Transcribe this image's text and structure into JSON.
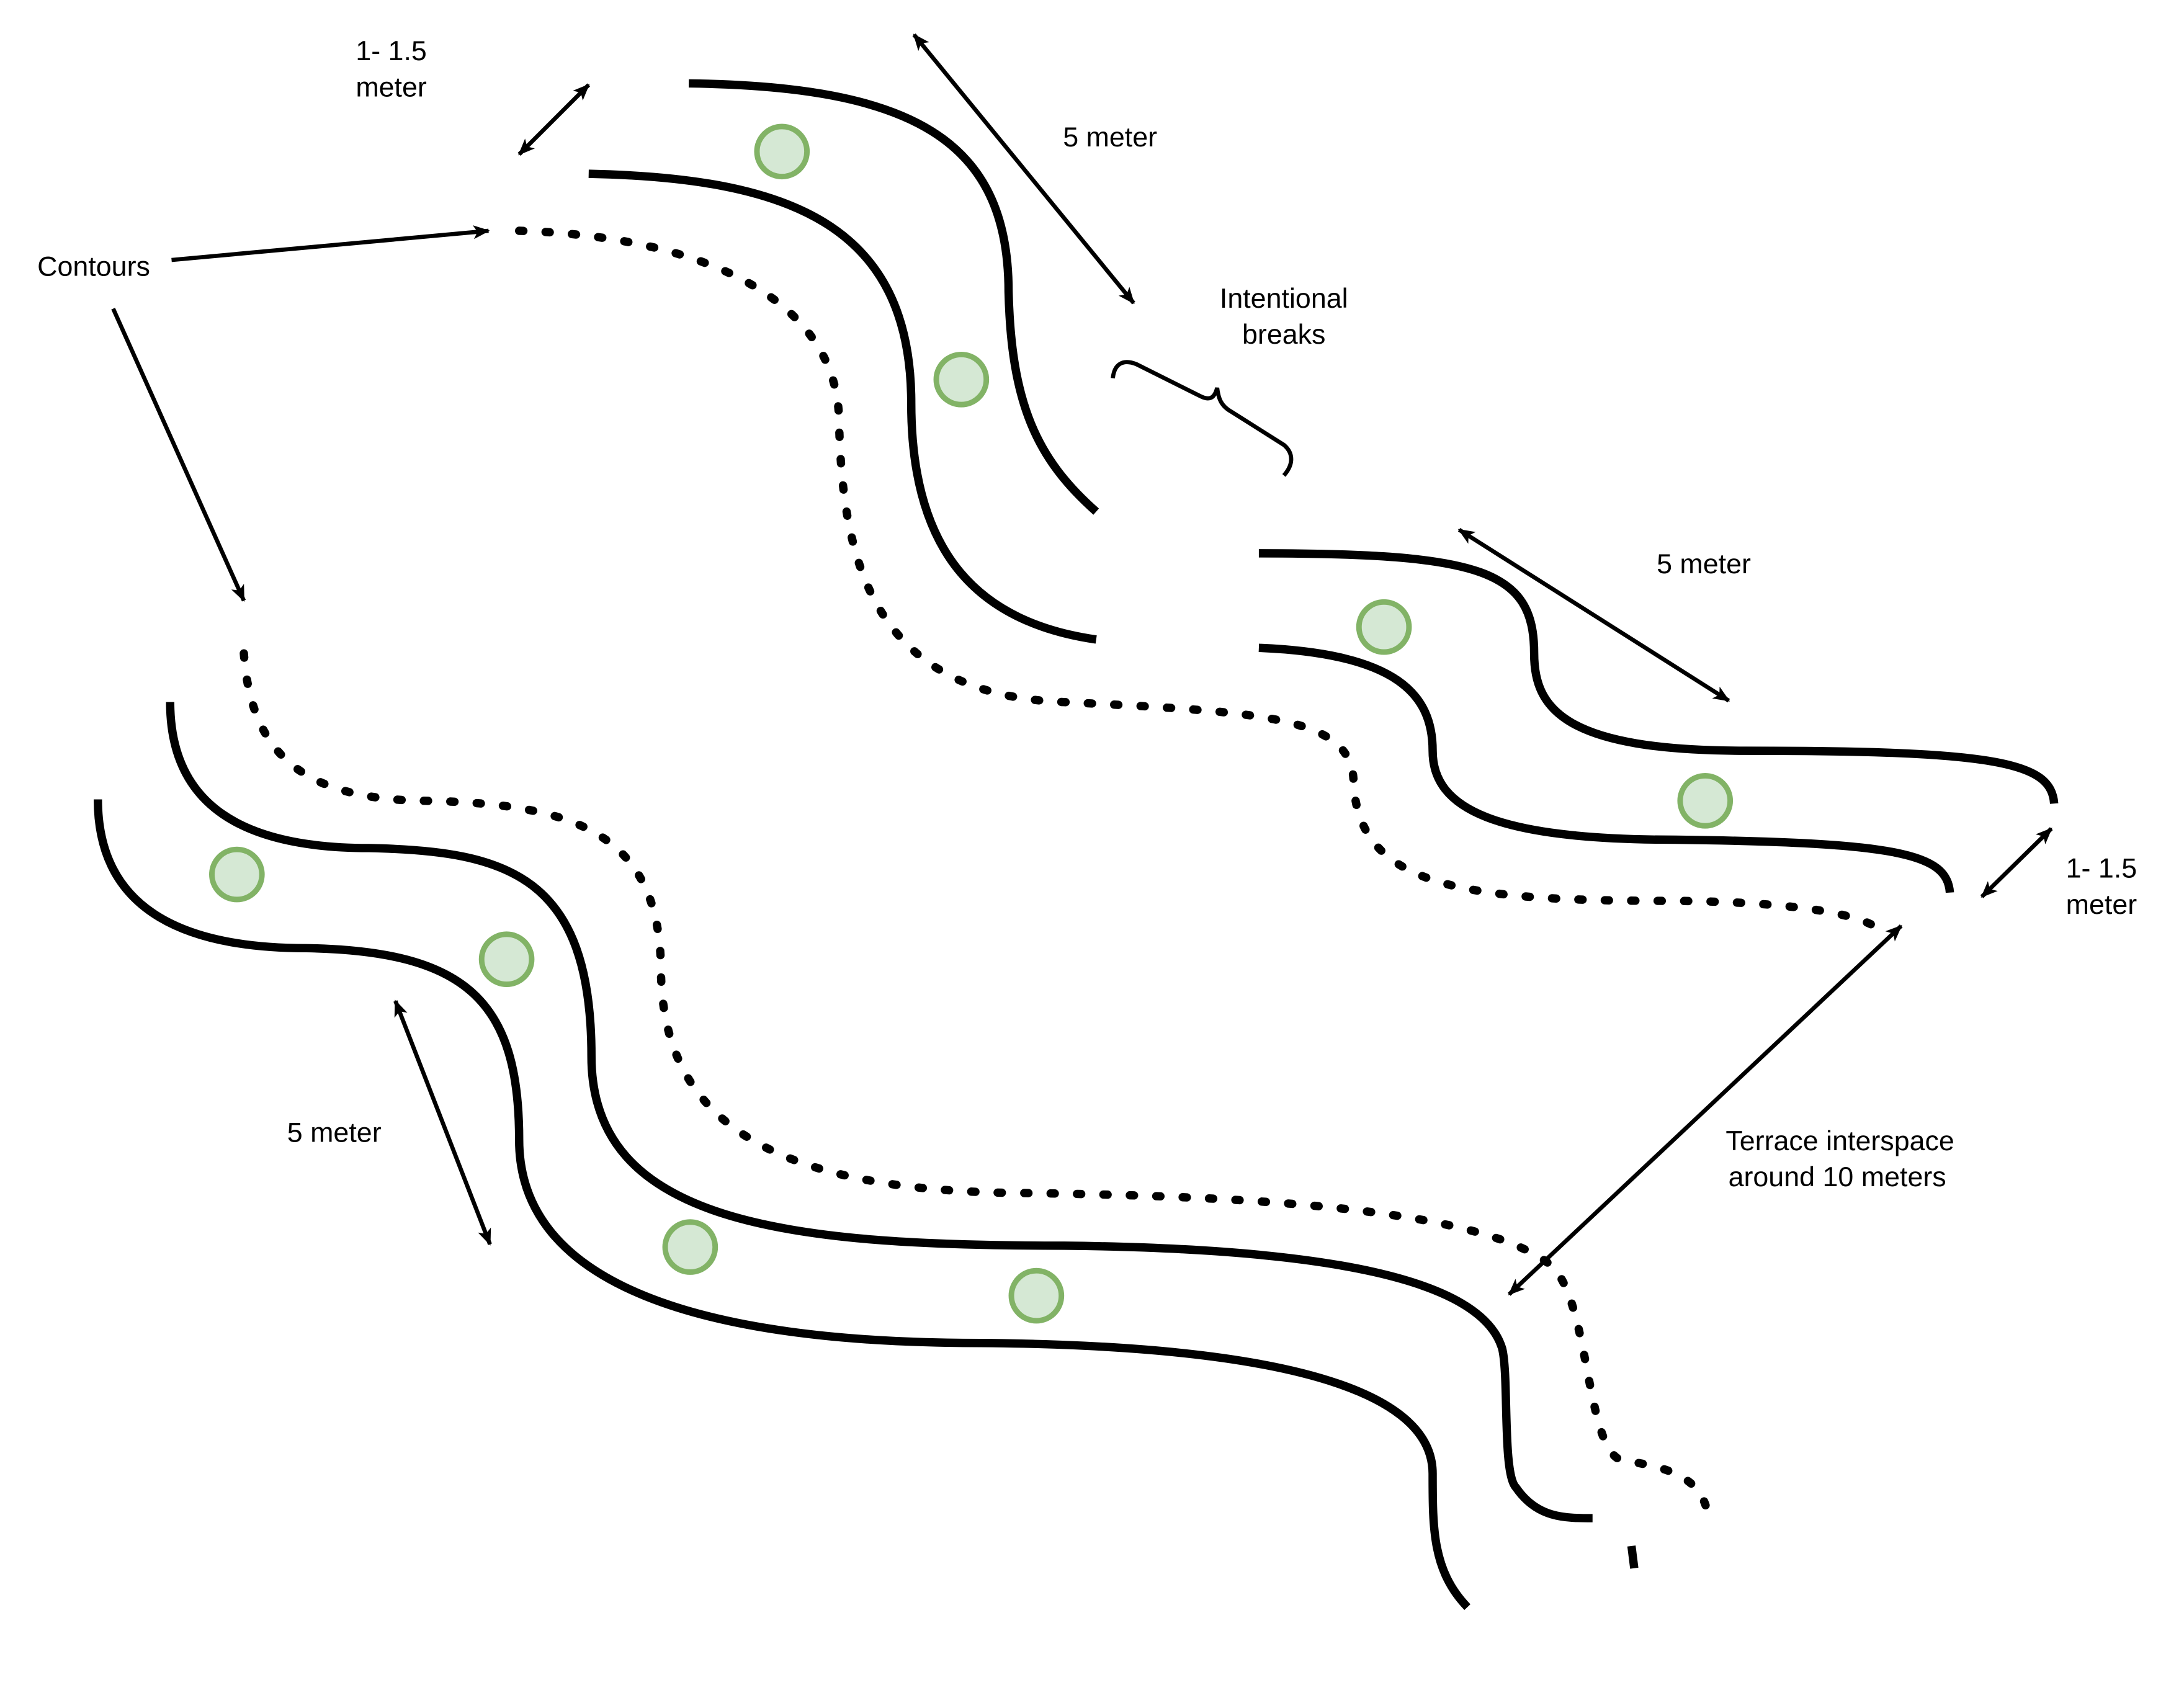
{
  "labels": {
    "contours": "Contours",
    "spacing_top_line1": "1- 1.5",
    "spacing_top_line2": "meter",
    "width_top": "5 meter",
    "breaks_line1": "Intentional",
    "breaks_line2": "breaks",
    "width_right": "5 meter",
    "spacing_right_line1": "1- 1.5",
    "spacing_right_line2": "meter",
    "interspace_line1": "Terrace interspace",
    "interspace_line2": "around 10 meters",
    "width_bottom": "5 meter"
  },
  "colors": {
    "line": "#000000",
    "tree_fill": "#d5e8d4",
    "tree_stroke": "#82b366",
    "background": "#ffffff"
  }
}
